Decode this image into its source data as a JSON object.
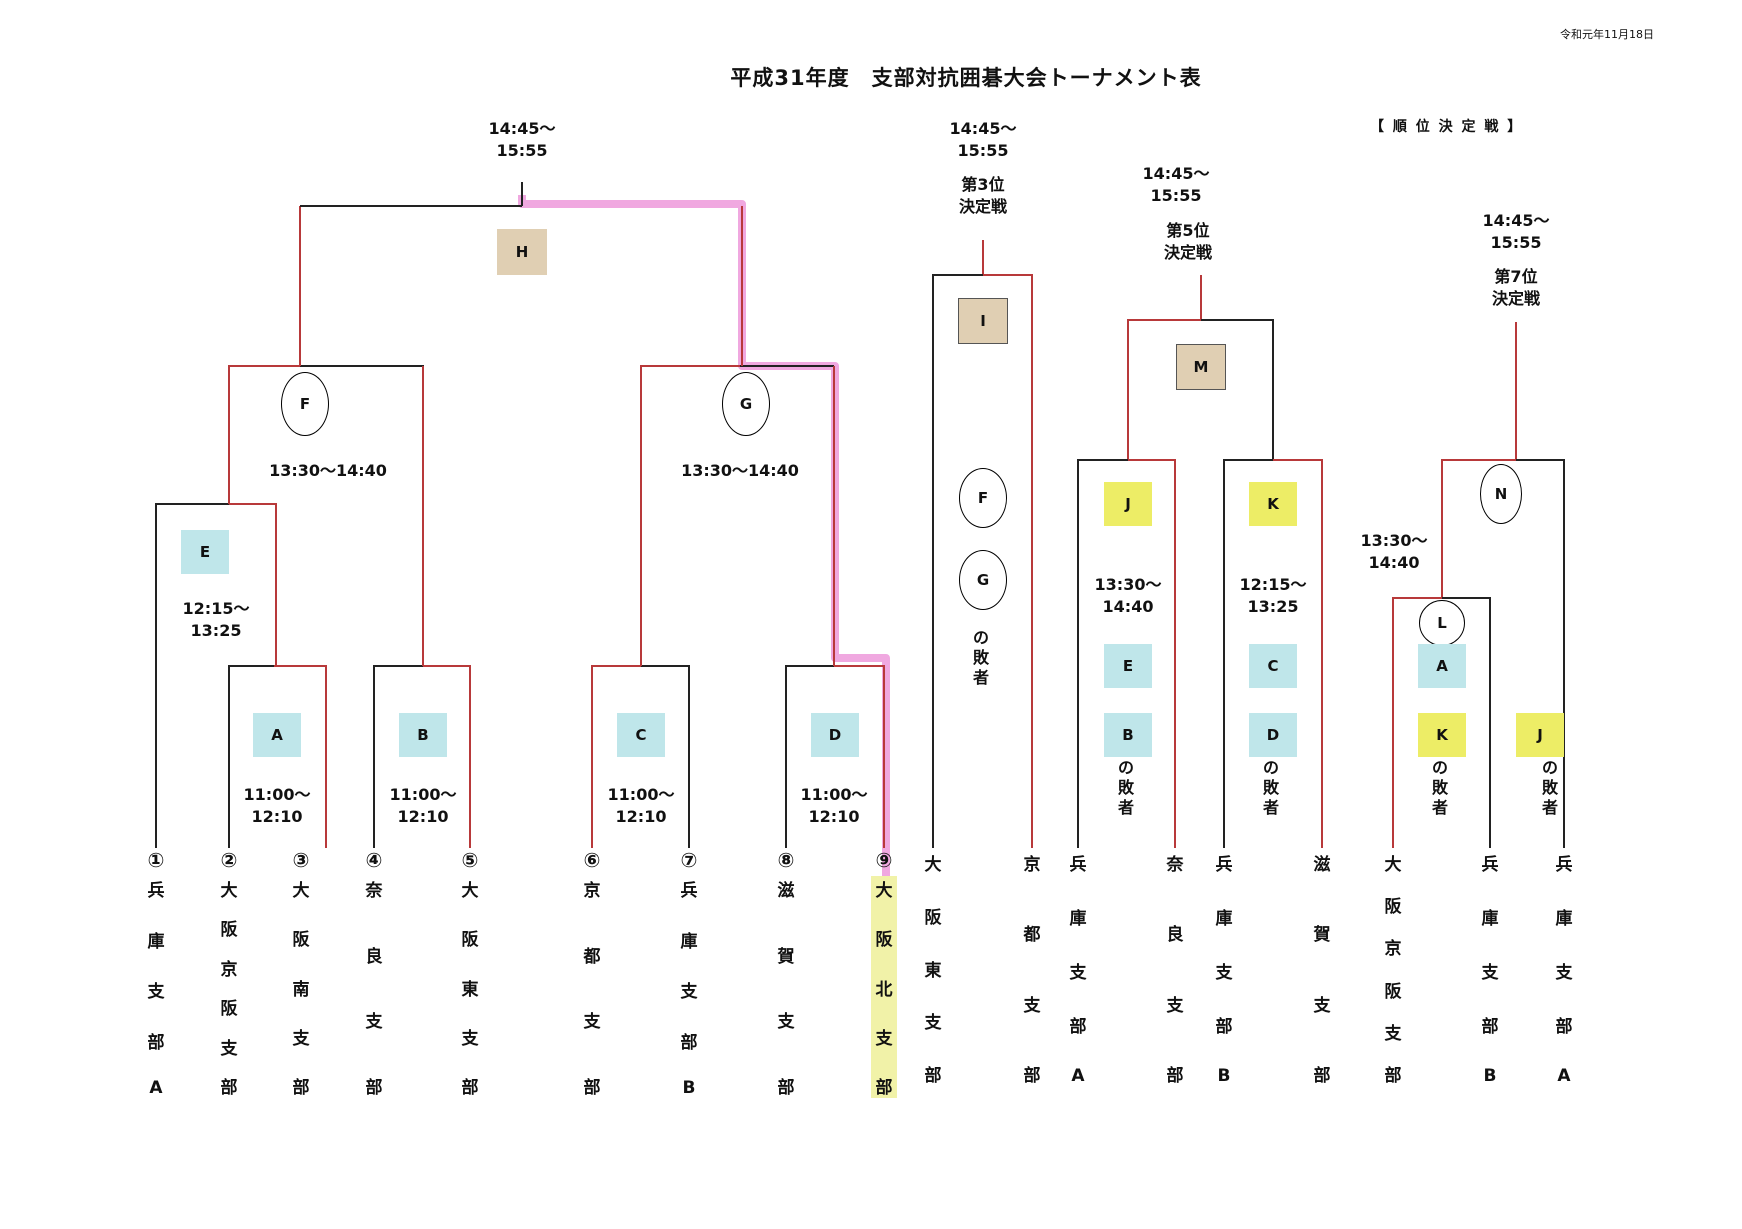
{
  "header": {
    "date": "令和元年11月18日",
    "title": "平成31年度　支部対抗囲碁大会トーナメント表",
    "ranking_label": "【 順 位 決 定 戦 】"
  },
  "times": {
    "final": "14:45～\n15:55",
    "F": "13:30～14:40",
    "G": "13:30～14:40",
    "E": "12:15～\n13:25",
    "A": "11:00～\n12:10",
    "B": "11:00～\n12:10",
    "C": "11:00～\n12:10",
    "D": "11:00～\n12:10",
    "third": "14:45～\n15:55",
    "fifth": "14:45～\n15:55",
    "seventh": "14:45～\n15:55",
    "J": "13:30～\n14:40",
    "K": "12:15～\n13:25",
    "L": "13:30～\n14:40"
  },
  "placements": {
    "third": "第3位\n決定戦",
    "fifth": "第5位\n決定戦",
    "seventh": "第7位\n決定戦"
  },
  "matches": {
    "H": "H",
    "F": "F",
    "G": "G",
    "E": "E",
    "A": "A",
    "B": "B",
    "C": "C",
    "D": "D",
    "I": "I",
    "IF": "F",
    "IG": "G",
    "I_loser": "の敗者",
    "M": "M",
    "J": "J",
    "K": "K",
    "JE": "E",
    "JB": "B",
    "JB_loser": "の敗者",
    "KC": "C",
    "KD": "D",
    "KD_loser": "の敗者",
    "N": "N",
    "L": "L",
    "LA": "A",
    "LK": "K",
    "LK_loser": "の敗者",
    "NJ": "J",
    "NJ_loser": "の敗者"
  },
  "teams": [
    {
      "num": "①",
      "name": "兵庫支部A"
    },
    {
      "num": "②",
      "name": "大阪京阪支部"
    },
    {
      "num": "③",
      "name": "大阪南支部"
    },
    {
      "num": "④",
      "name": "奈良支部"
    },
    {
      "num": "⑤",
      "name": "大阪東支部"
    },
    {
      "num": "⑥",
      "name": "京都支部"
    },
    {
      "num": "⑦",
      "name": "兵庫支部B"
    },
    {
      "num": "⑧",
      "name": "滋賀支部"
    },
    {
      "num": "⑨",
      "name": "大阪北支部"
    }
  ],
  "placement_teams": [
    "大阪東支部",
    "京都支部",
    "兵庫支部A",
    "奈良支部",
    "兵庫支部B",
    "滋賀支部",
    "大阪京阪支部",
    "兵庫支部B",
    "兵庫支部A"
  ],
  "colors": {
    "line": "#222222",
    "winner_line": "#b8393a",
    "highlight_path": "#f0a8e0",
    "tan": "#e0cfb3",
    "cyan": "#bfe6ea",
    "yellow": "#eded66",
    "team_highlight": "#f1f2a8"
  }
}
